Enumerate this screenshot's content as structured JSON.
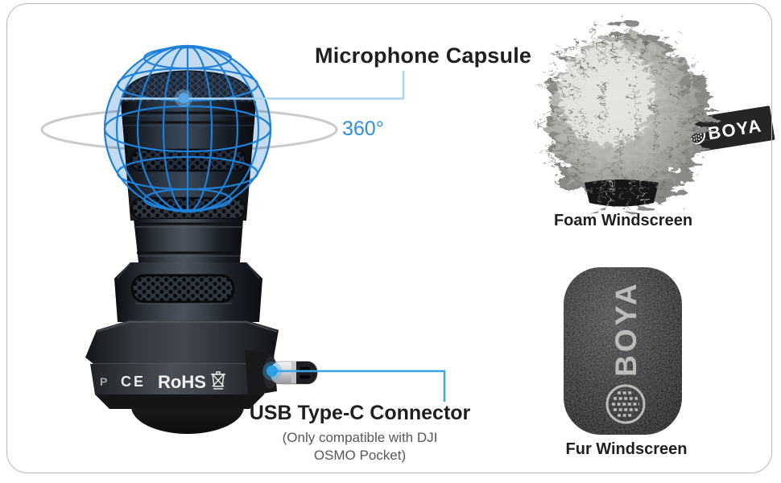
{
  "image": {
    "description": "Annotated product diagram of a plug-in microphone with 360-degree capsule, USB Type-C connector and two windscreen accessories",
    "background": "#ffffff",
    "border_color": "#b6b6b6"
  },
  "annotations": {
    "capsule": {
      "label": "Microphone Capsule"
    },
    "rotation": {
      "label": "360°",
      "color": "#2e8ede"
    },
    "usb": {
      "label": "USB Type-C Connector",
      "note_line1": "(Only compatible with DJI",
      "note_line2": "OSMO Pocket)"
    }
  },
  "microphone": {
    "markings": {
      "partial": "P",
      "ce": "CE",
      "rohs": "RoHS"
    },
    "weee_icon": "crossed-out-wheelie-bin",
    "globe_icon": "360-degree-wireframe-globe"
  },
  "windscreens": {
    "furry": {
      "label": "Foam Windscreen",
      "tag_brand": "BOYA",
      "tag_logo": "boya-grill-logo"
    },
    "foam": {
      "label": "Fur Windscreen",
      "brand": "BOYA",
      "logo": "boya-grill-logo"
    }
  },
  "colors": {
    "globe_grid": "#1f80d8",
    "globe_fill_tint": "#c3dcf2",
    "capsule_callout_line": "#a8d3f0",
    "usb_callout_line": "#3aa5e6",
    "orbit_ellipse": "#cbcbcb",
    "heading_text": "#1f1f1f",
    "note_text": "#575757",
    "rotation_text": "#2e8ede"
  }
}
